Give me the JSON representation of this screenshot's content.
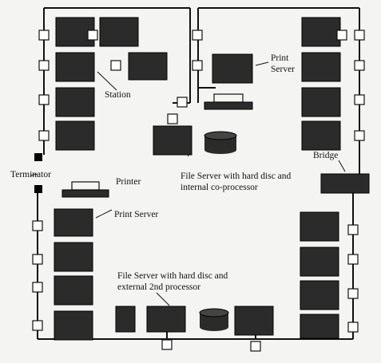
{
  "labels": {
    "station": "Station",
    "print_server_top_1": "Print",
    "print_server_top_2": "Server",
    "terminator": "Terminator",
    "bridge": "Bridge",
    "printer": "Printer",
    "print_server_bottom": "Print Server",
    "file_server_top_1": "File Server with hard disc and",
    "file_server_top_2": "internal co-processor",
    "file_server_bottom_1": "File Server with hard disc and",
    "file_server_bottom_2": "external 2nd processor"
  },
  "colors": {
    "cable": "#111111",
    "device": "#2b2b2b",
    "connector": "#ffffff",
    "paper": "#f4f4f2"
  }
}
